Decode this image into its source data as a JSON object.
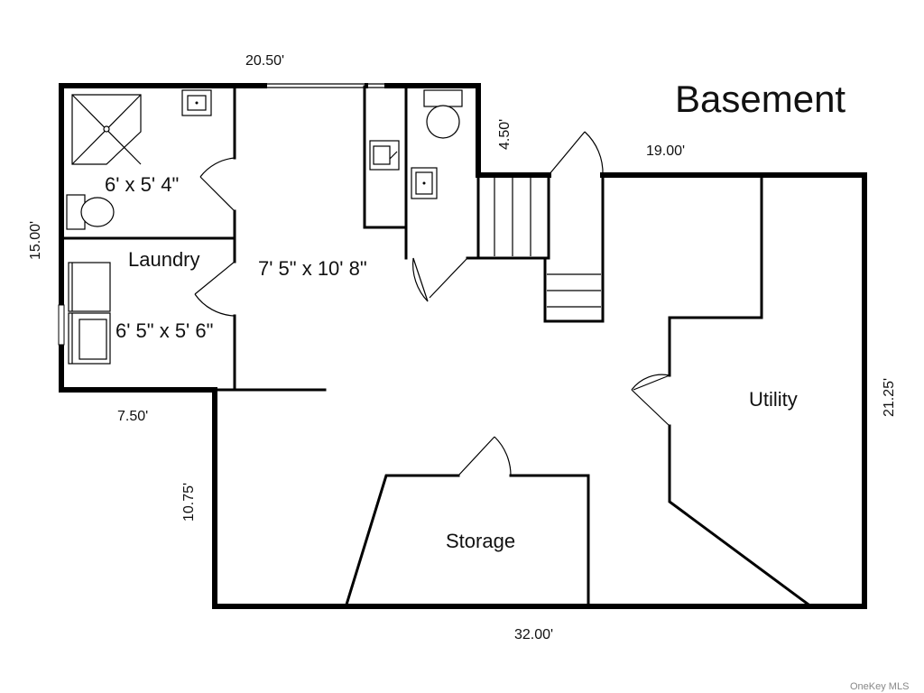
{
  "title": "Basement",
  "dimensions": {
    "top_left": "20.50'",
    "top_step": "4.50'",
    "top_right": "19.00'",
    "left": "15.00'",
    "left_bottom": "7.50'",
    "left_lower": "10.75'",
    "right": "21.25'",
    "bottom": "32.00'"
  },
  "rooms": {
    "bath": "6' x 5' 4\"",
    "laundry_label": "Laundry",
    "laundry_size": "6' 5\" x 5' 6\"",
    "main": "7' 5\" x 10' 8\"",
    "utility": "Utility",
    "storage": "Storage"
  },
  "watermark": "OneKey MLS"
}
